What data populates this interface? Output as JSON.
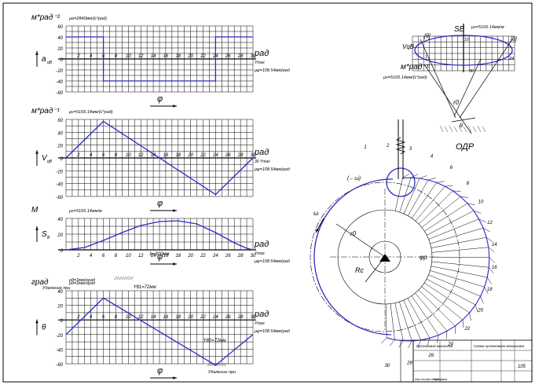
{
  "graphs": [
    {
      "id": "acceleration",
      "unit_label": "м*рад⁻²",
      "mu_y": "μa=2840мм/(с²рад)",
      "axis_var": "a",
      "axis_sub": "qB",
      "yticks": [
        "60",
        "40",
        "20",
        "0",
        "-20",
        "-40",
        "-60"
      ],
      "xticks": [
        "2",
        "4",
        "6",
        "8",
        "10",
        "12",
        "14",
        "16",
        "18",
        "20",
        "22",
        "24",
        "26",
        "28",
        "30"
      ],
      "x_unit": "рад",
      "x_note": "Ymax",
      "mu_phi": "μφ=108.54мм/рад",
      "phi_label": "φ",
      "bottom_note": "",
      "curve": [
        [
          0,
          40
        ],
        [
          6,
          40
        ],
        [
          6,
          -40
        ],
        [
          24,
          -40
        ],
        [
          24,
          40
        ],
        [
          30,
          40
        ]
      ]
    },
    {
      "id": "velocity",
      "unit_label": "м*рад⁻¹",
      "mu_y": "μv=5165.14мм/(с*рад)",
      "axis_var": "V",
      "axis_sub": "qB",
      "yticks": [
        "60",
        "40",
        "20",
        "0",
        "-20",
        "-40",
        "-60"
      ],
      "xticks": [
        "2",
        "4",
        "6",
        "8",
        "10",
        "12",
        "14",
        "16",
        "18",
        "20",
        "22",
        "24",
        "26",
        "28",
        "30"
      ],
      "x_unit": "рад",
      "x_note": "30 Ymax",
      "mu_phi": "μφ=108.54мм/рад",
      "phi_label": "φ",
      "bottom_note": "",
      "curve": [
        [
          0,
          0
        ],
        [
          6,
          57
        ],
        [
          24,
          -57
        ],
        [
          30,
          0
        ]
      ]
    },
    {
      "id": "displacement",
      "unit_label": "М",
      "mu_y": "μs=5165.14мм/м",
      "axis_var": "S",
      "axis_sub": "B",
      "yticks": [
        "40",
        "20",
        "0"
      ],
      "xticks": [
        "2",
        "4",
        "6",
        "8",
        "10",
        "12",
        "14",
        "16",
        "18",
        "20",
        "22",
        "24",
        "26",
        "28",
        "30"
      ],
      "x_unit": "рад",
      "x_note": "Ymax",
      "mu_phi": "μφ=108.54мм/рад",
      "phi_label": "φ",
      "bottom_note": "b=300мм",
      "curve": [
        [
          0,
          0
        ],
        [
          3,
          3
        ],
        [
          6,
          12
        ],
        [
          9,
          22
        ],
        [
          12,
          31
        ],
        [
          15,
          36
        ],
        [
          18,
          37
        ],
        [
          21,
          33
        ],
        [
          24,
          22
        ],
        [
          27,
          9
        ],
        [
          29,
          2
        ],
        [
          30,
          0
        ]
      ]
    },
    {
      "id": "angle",
      "unit_label": "град",
      "mu_y": "μθ=2мм/град",
      "axis_var": "θ",
      "axis_sub": "",
      "yticks": [
        "40",
        "20",
        "0",
        "-20",
        "-40",
        "-60"
      ],
      "xticks": [
        "2",
        "4",
        "6",
        "8",
        "10",
        "12",
        "14",
        "16",
        "18",
        "20",
        "22",
        "24",
        "26",
        "28",
        "30"
      ],
      "x_unit": "рад",
      "x_note": "Ymax",
      "mu_phi": "μφ=108.54мм/рад",
      "phi_label": "φ",
      "bottom_note": "Удаление при",
      "top_note": "Удаление при",
      "y_note_top": "Yθ1=72мм",
      "y_note_bottom": "Yθ2=72мм",
      "curve": [
        [
          0,
          -20
        ],
        [
          6,
          30
        ],
        [
          24,
          -62
        ],
        [
          30,
          -20
        ]
      ]
    }
  ],
  "odr": {
    "title": "ОДР",
    "unit_label": "м*рад⁻¹",
    "mu_s": "μs=5165.14мм/м",
    "mu_v": "μv=5165.14мм/(с*рад)",
    "axis_s": "SB",
    "axis_v": "VqB",
    "bracket_left": "[θ]",
    "bracket_right": "[θ]",
    "radius_label": "r0",
    "theta_label": "θ",
    "points": [
      "1",
      "15",
      "24",
      "30"
    ]
  },
  "cam": {
    "base_radius_label": "r0",
    "rc_label": "Rc",
    "rotation_label": "ω",
    "phi_label": "φр",
    "point_labels": [
      "1",
      "2",
      "3",
      "4",
      "6",
      "8",
      "10",
      "12",
      "14",
      "16",
      "18",
      "20",
      "22",
      "24",
      "26",
      "28",
      "30"
    ]
  },
  "title_block": {
    "header_left": "Кулачковый механизм",
    "header_main": "Схема кулачкового механизма",
    "sheet": "105",
    "row_labels": [
      "Изм.",
      "Лист",
      "№ докум.",
      "Подп.",
      "Дата"
    ]
  },
  "colors": {
    "curve": "#2a2acb",
    "grid": "#000000",
    "background": "#ffffff"
  }
}
